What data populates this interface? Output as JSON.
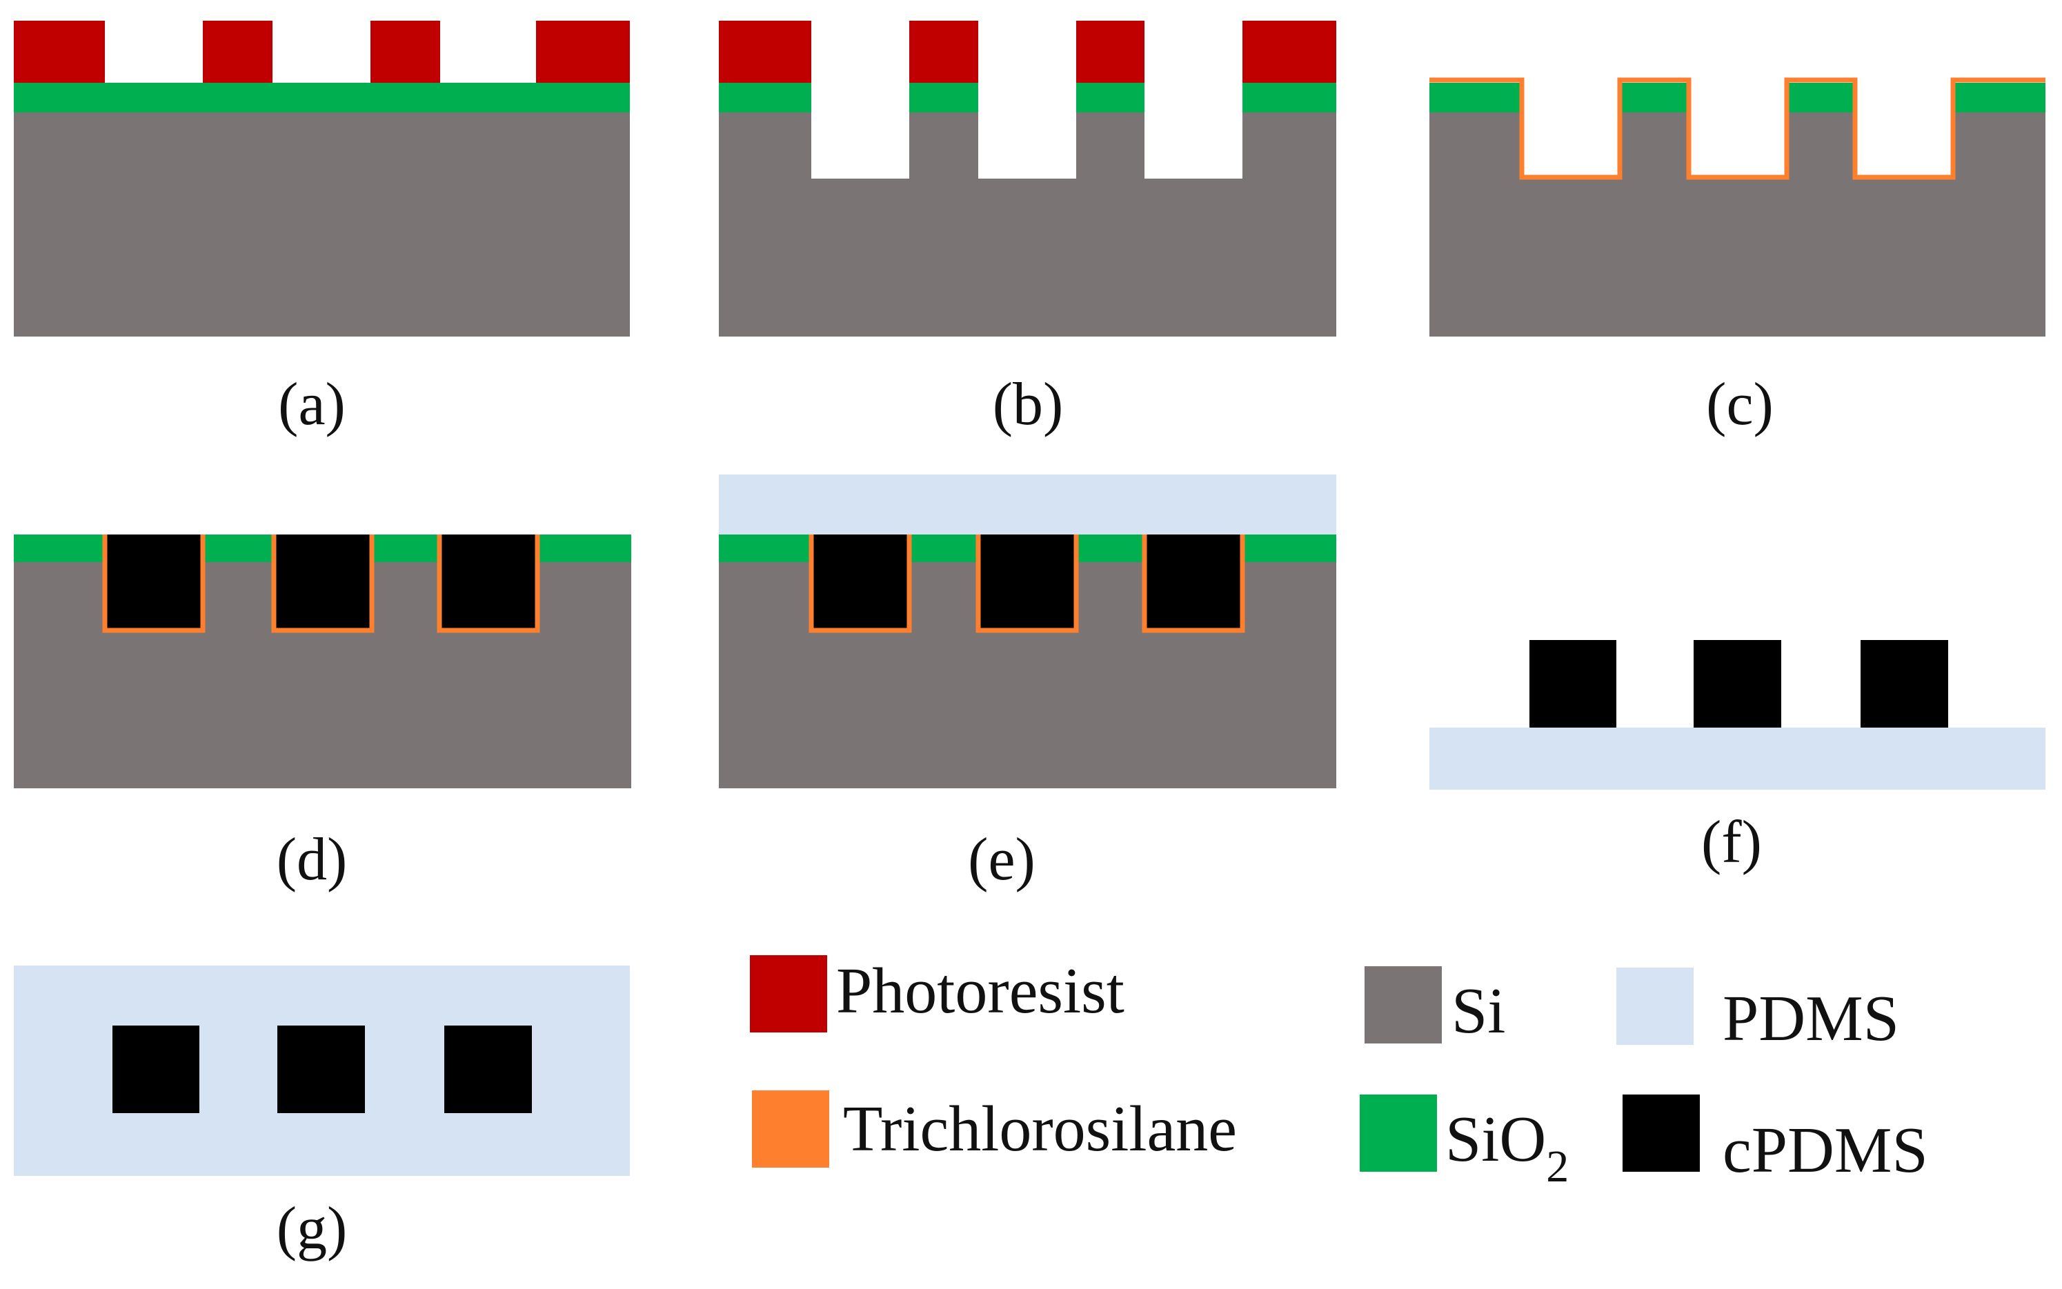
{
  "colors": {
    "photoresist": "#c00000",
    "sio2": "#00b050",
    "si": "#7a7574",
    "trichlorosilane": "#fe7f2d",
    "pdms": "#d6e3f2",
    "cpdms": "#000000"
  },
  "panels": {
    "a": {
      "label": "(a)"
    },
    "b": {
      "label": "(b)"
    },
    "c": {
      "label": "(c)"
    },
    "d": {
      "label": "(d)"
    },
    "e": {
      "label": "(e)"
    },
    "f": {
      "label": "(f)"
    },
    "g": {
      "label": "(g)"
    }
  },
  "legend": {
    "photoresist": "Photoresist",
    "trichlorosilane": "Trichlorosilane",
    "si": "Si",
    "sio2_base": "SiO",
    "sio2_sub": "2",
    "pdms": "PDMS",
    "cpdms": "cPDMS"
  }
}
